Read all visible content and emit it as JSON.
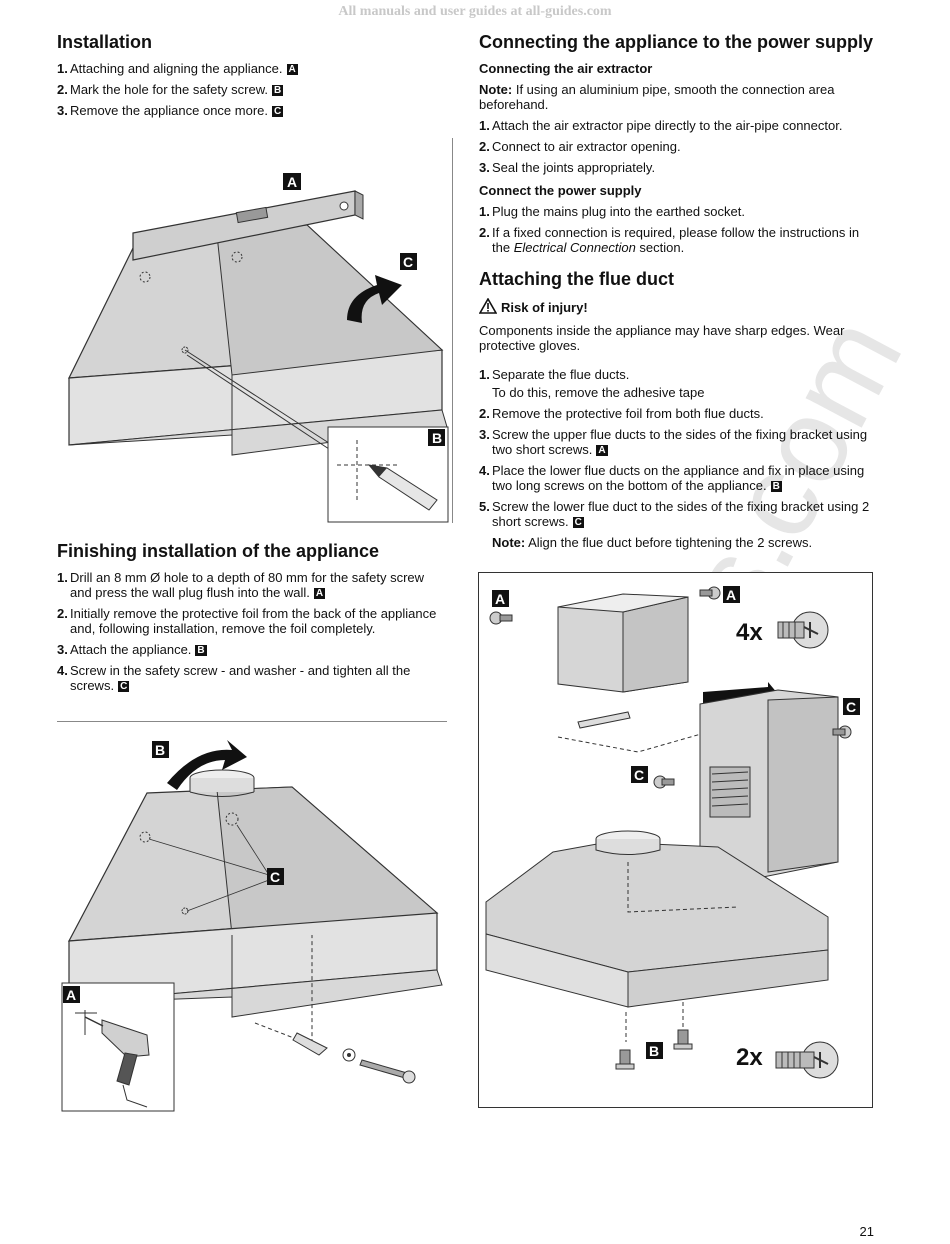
{
  "banner": "All manuals and user guides at all-guides.com",
  "watermark": "all-guides.com",
  "page_number": "21",
  "installation": {
    "title": "Installation",
    "steps": [
      {
        "n": "1.",
        "text": "Attaching and aligning the appliance.",
        "ref": "A"
      },
      {
        "n": "2.",
        "text": "Mark the hole for the safety screw.",
        "ref": "B"
      },
      {
        "n": "3.",
        "text": "Remove the appliance once more.",
        "ref": "C"
      }
    ]
  },
  "finishing": {
    "title": "Finishing installation of the appliance",
    "steps": [
      {
        "n": "1.",
        "text": "Drill an 8 mm Ø hole to a depth of 80 mm for the safety screw and press the wall plug flush into the wall.",
        "ref": "A"
      },
      {
        "n": "2.",
        "text": "Initially remove the protective foil from the back of the appliance and, following installation, remove the foil completely.",
        "ref": ""
      },
      {
        "n": "3.",
        "text": "Attach the appliance.",
        "ref": "B"
      },
      {
        "n": "4.",
        "text": "Screw in the safety screw - and washer - and tighten all the screws.",
        "ref": "C"
      }
    ]
  },
  "power": {
    "title": "Connecting the appliance to the power supply",
    "air_title": "Connecting the air extractor",
    "note_label": "Note:",
    "note_text": " If using an aluminium pipe, smooth the connection area beforehand.",
    "air_steps": [
      {
        "n": "1.",
        "text": "Attach the air extractor pipe directly to the air-pipe connector."
      },
      {
        "n": "2.",
        "text": "Connect to air extractor opening."
      },
      {
        "n": "3.",
        "text": "Seal the joints appropriately."
      }
    ],
    "supply_title": "Connect the power supply",
    "supply_step1": {
      "n": "1.",
      "text": "Plug the mains plug into the earthed socket."
    },
    "supply_step2": {
      "n": "2.",
      "pre": "If a fixed connection is required, please follow the instructions in the ",
      "em": "Electrical Connection",
      "post": " section."
    }
  },
  "flue": {
    "title": "Attaching the flue duct",
    "warning": "Risk of injury!",
    "warning_text": "Components inside the appliance may have sharp edges. Wear protective gloves.",
    "step1_a": "Separate the flue ducts.",
    "step1_b": "To do this, remove the adhesive tape",
    "steps": [
      {
        "n": "2.",
        "text": "Remove the protective foil from both flue ducts.",
        "ref": ""
      },
      {
        "n": "3.",
        "text": "Screw the upper flue ducts to the sides of the fixing bracket using two short screws.",
        "ref": "A"
      },
      {
        "n": "4.",
        "text": "Place the lower flue ducts on the appliance and fix in place using two long screws on the bottom of the appliance.",
        "ref": "B"
      },
      {
        "n": "5.",
        "text": "Screw the lower flue duct to the sides of the fixing bracket using 2 short screws.",
        "ref": "C"
      }
    ],
    "note_label": "Note:",
    "note_text": " Align the flue duct before tightening the 2 screws."
  },
  "figure_labels": {
    "a": "A",
    "b": "B",
    "c": "C",
    "qty_4x": "4x",
    "qty_2x": "2x"
  }
}
